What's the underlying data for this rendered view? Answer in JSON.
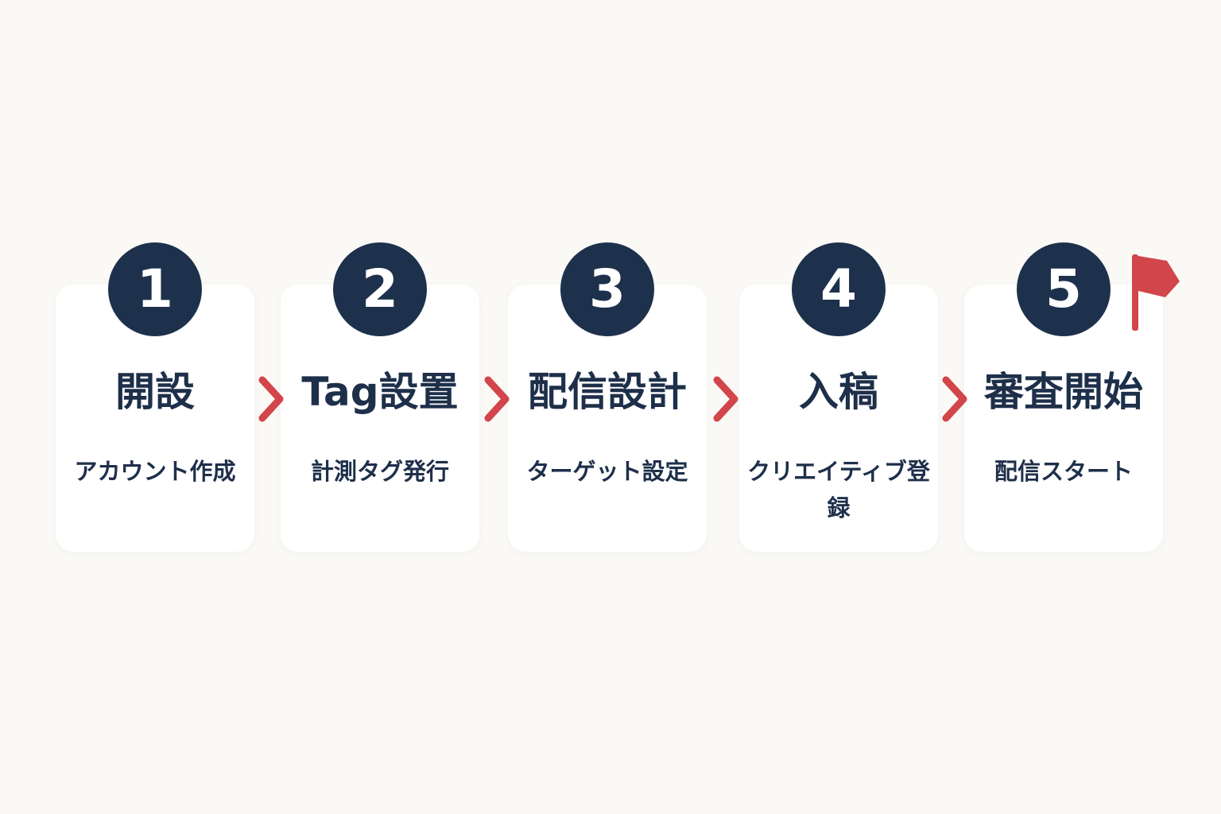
{
  "steps": [
    {
      "number": "1",
      "title": "開設",
      "subtitle": "アカウント作成"
    },
    {
      "number": "2",
      "title": "Tag設置",
      "subtitle": "計測タグ発行"
    },
    {
      "number": "3",
      "title": "配信設計",
      "subtitle": "ターゲット設定"
    },
    {
      "number": "4",
      "title": "入稿",
      "subtitle": "クリエイティブ登録"
    },
    {
      "number": "5",
      "title": "審査開始",
      "subtitle": "配信スタート"
    }
  ],
  "icons": {
    "connector": "chevron-right-icon",
    "finish": "flag-icon"
  },
  "colors": {
    "background": "#faf9f6",
    "card": "#ffffff",
    "badge": "#1e314c",
    "text": "#1e2f4a",
    "accent": "#d2454a"
  }
}
